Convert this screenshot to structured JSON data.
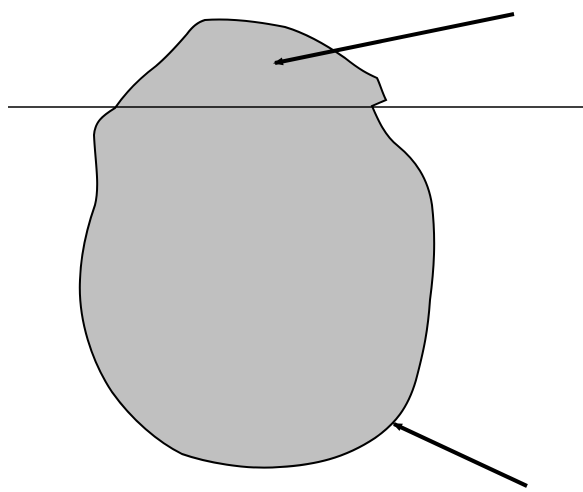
{
  "diagram": {
    "shape": "irregular-blob",
    "elements": [
      "horizontal-line",
      "arrow-top",
      "arrow-bottom"
    ]
  },
  "colors": {
    "blob_fill": "#c0c0c0",
    "stroke": "#000000",
    "background": "#ffffff"
  }
}
